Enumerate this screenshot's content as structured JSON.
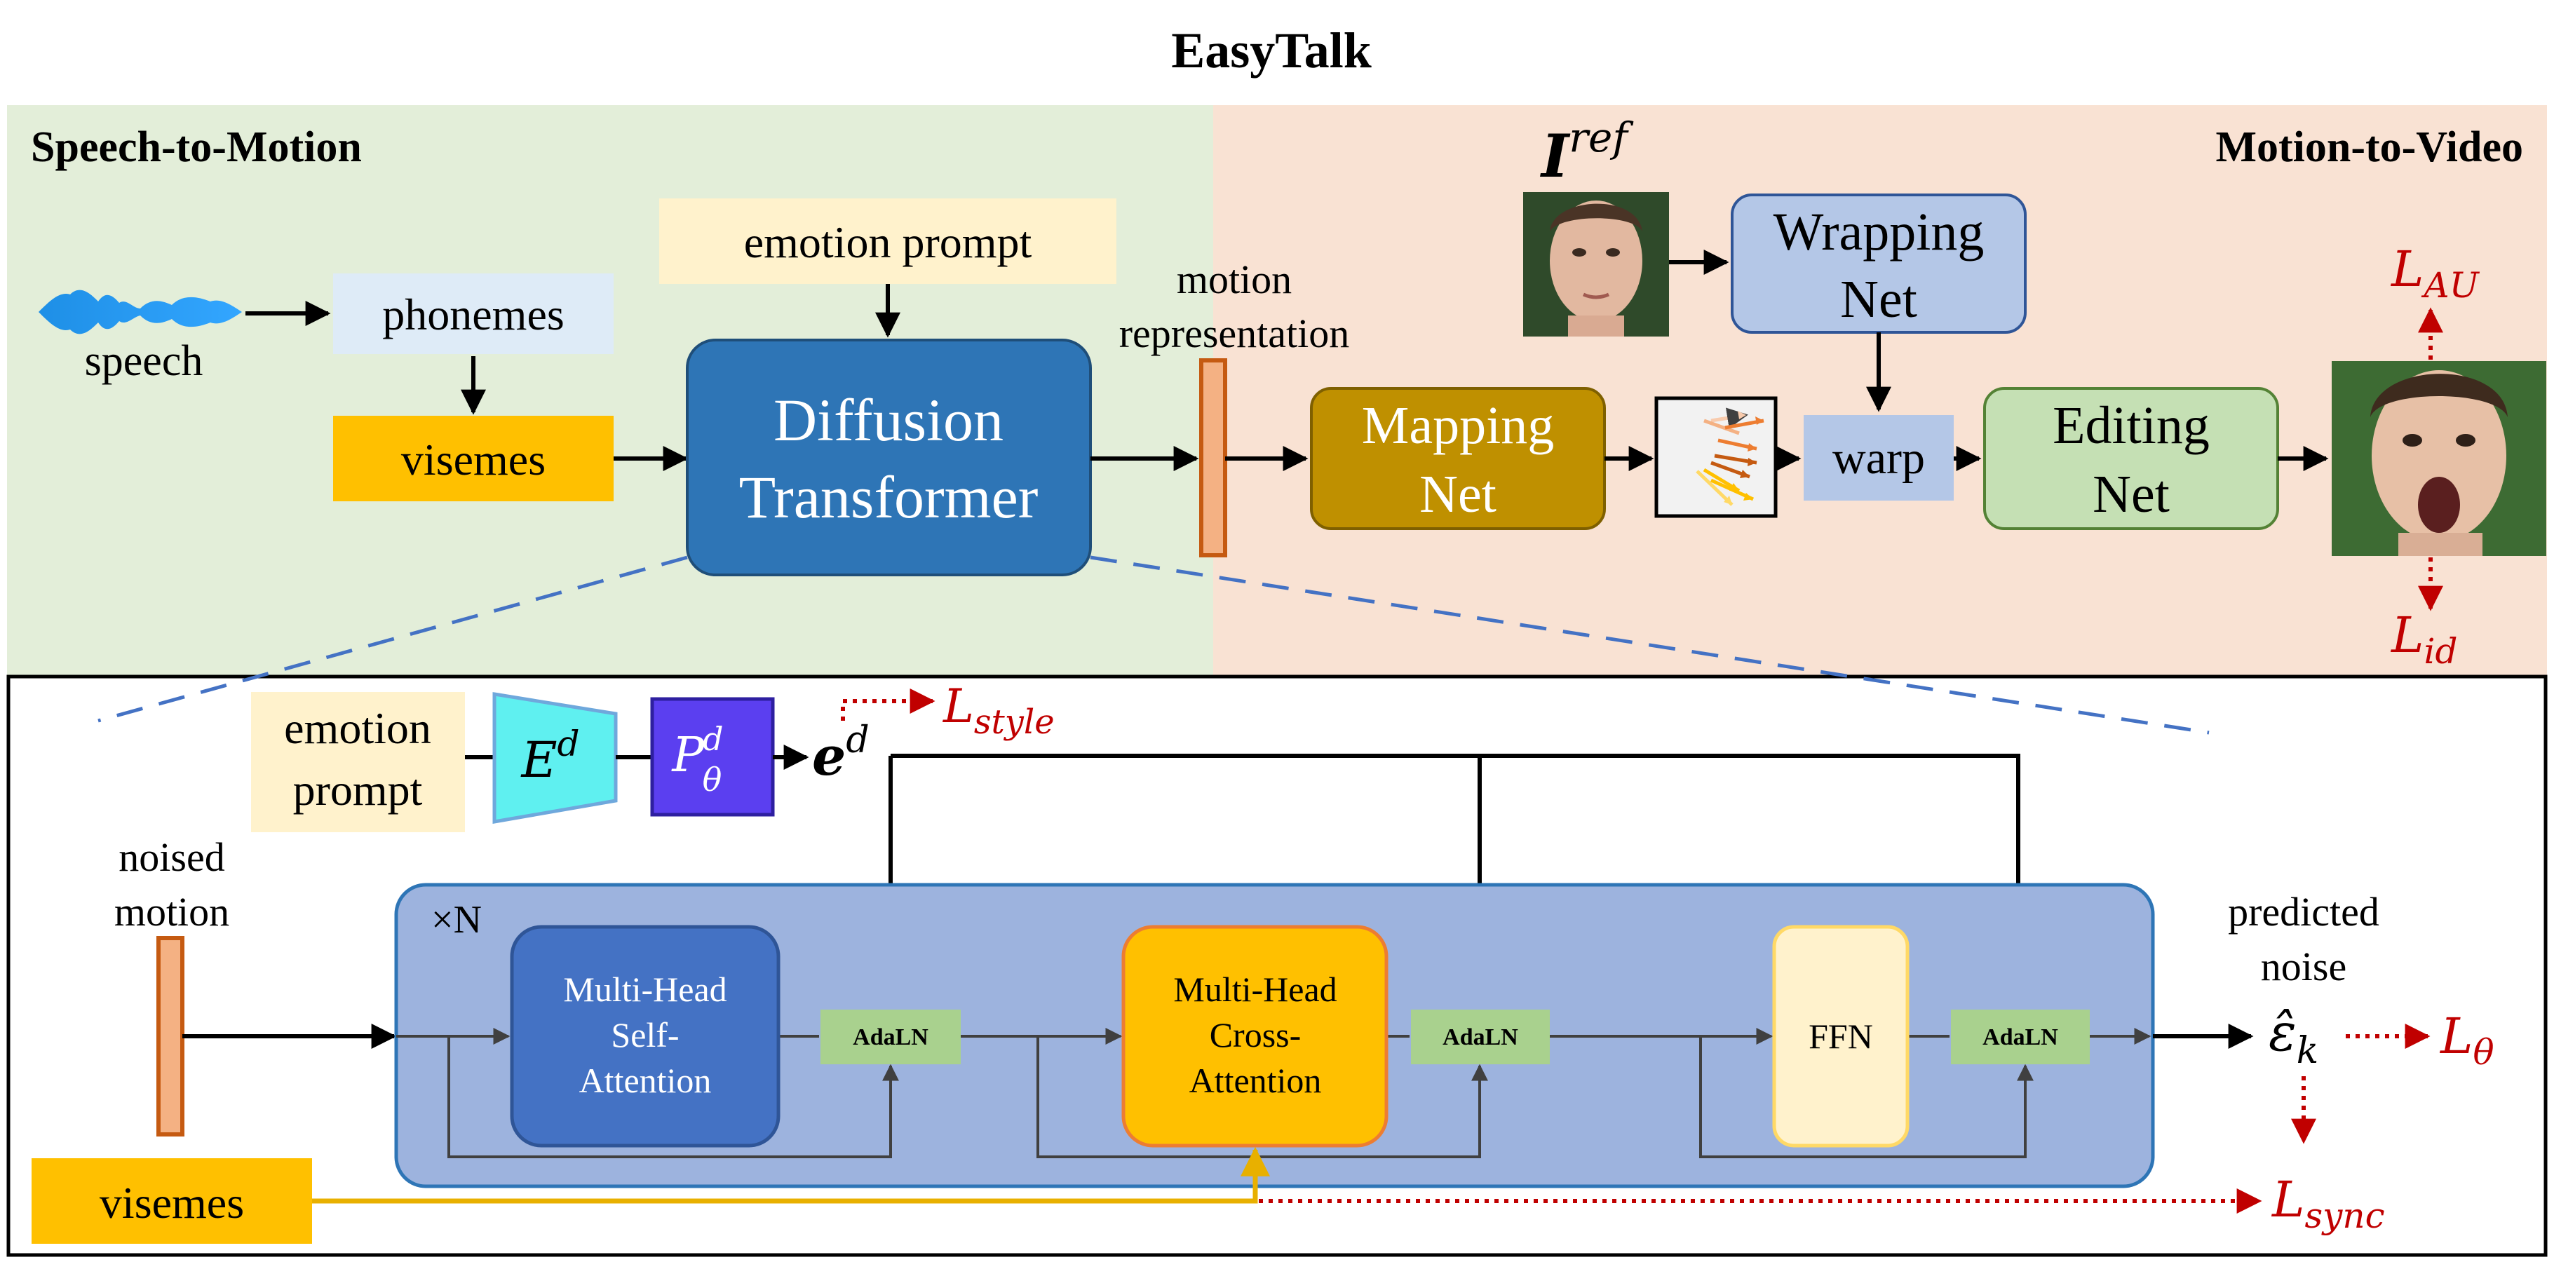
{
  "title": "EasyTalk",
  "panels": {
    "speech_to_motion": "Speech-to-Motion",
    "motion_to_video": "Motion-to-Video"
  },
  "top": {
    "speech": "speech",
    "phonemes": "phonemes",
    "visemes": "visemes",
    "emotion_prompt": "emotion prompt",
    "diffusion_line1": "Diffusion",
    "diffusion_line2": "Transformer",
    "motion_rep_line1": "motion",
    "motion_rep_line2": "representation",
    "mapping_line1": "Mapping",
    "mapping_line2": "Net",
    "iref_base": "I",
    "iref_sup": "ref",
    "wrapping_line1": "Wrapping",
    "wrapping_line2": "Net",
    "warp": "warp",
    "editing_line1": "Editing",
    "editing_line2": "Net",
    "l_au_base": "L",
    "l_au_sub": "AU",
    "l_id_base": "L",
    "l_id_sub": "id"
  },
  "bottom": {
    "emotion_line1": "emotion",
    "emotion_line2": "prompt",
    "ed_base": "E",
    "ed_sup": "d",
    "p_base": "P",
    "p_sup": "d",
    "p_sub": "θ",
    "e_base": "e",
    "e_sup": "d",
    "l_style_base": "L",
    "l_style_sub": "style",
    "noised_line1": "noised",
    "noised_line2": "motion",
    "xn": "×N",
    "mhsa_line1": "Multi-Head",
    "mhsa_line2": "Self-",
    "mhsa_line3": "Attention",
    "adaln": "AdaLN",
    "mhca_line1": "Multi-Head",
    "mhca_line2": "Cross-",
    "mhca_line3": "Attention",
    "ffn": "FFN",
    "predicted_line1": "predicted",
    "predicted_line2": "noise",
    "eps_base": "ε̂",
    "eps_sub": "k",
    "l_theta_base": "L",
    "l_theta_sub": "θ",
    "l_sync_base": "L",
    "l_sync_sub": "sync",
    "visemes": "visemes"
  },
  "colors": {
    "left_panel_bg": "#e3eed9",
    "right_panel_bg": "#f9e2d3",
    "diffusion_blue": "#2e75b6",
    "mapping_gold": "#bf9000",
    "wrapping_blue": "#b4c7e7",
    "editing_green": "#c5e0b4",
    "visemes_yellow": "#ffc000",
    "emotion_cream": "#fff2cc",
    "phonemes_blue": "#deebf7",
    "transformer_block_bg": "#9db3de",
    "mhsa_blue": "#4472c4",
    "adaln_green": "#a9d18e",
    "ed_cyan": "#5ff0f0",
    "p_purple": "#5b3ff0",
    "loss_red": "#c00000",
    "motion_orange": "#f4b183"
  }
}
